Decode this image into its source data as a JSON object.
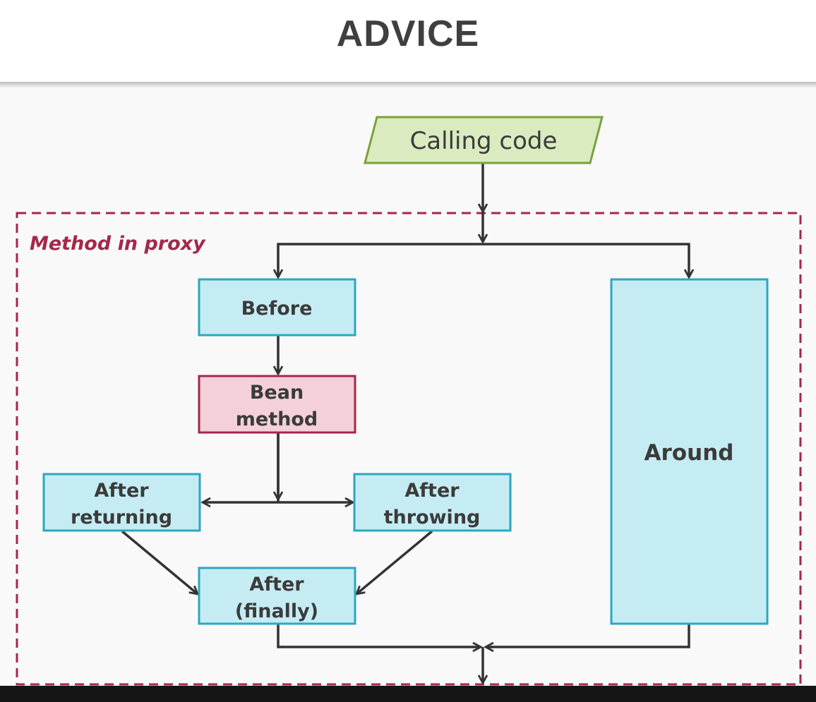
{
  "header": {
    "title": "ADVICE"
  },
  "diagram": {
    "calling_code": "Calling code",
    "proxy_label": "Method in proxy",
    "before": "Before",
    "bean_method": [
      "Bean",
      "method"
    ],
    "after_returning": [
      "After",
      "returning"
    ],
    "after_throwing": [
      "After",
      "throwing"
    ],
    "after_finally": [
      "After",
      "(finally)"
    ],
    "around": "Around"
  },
  "colors": {
    "calling_fill": "#d9ebbf",
    "calling_stroke": "#7aa23a",
    "advice_fill": "#c6ecf3",
    "advice_stroke": "#2aa8bf",
    "bean_fill": "#f4d0da",
    "bean_stroke": "#a3284a",
    "proxy_border": "#a3284a",
    "arrow": "#333333"
  }
}
